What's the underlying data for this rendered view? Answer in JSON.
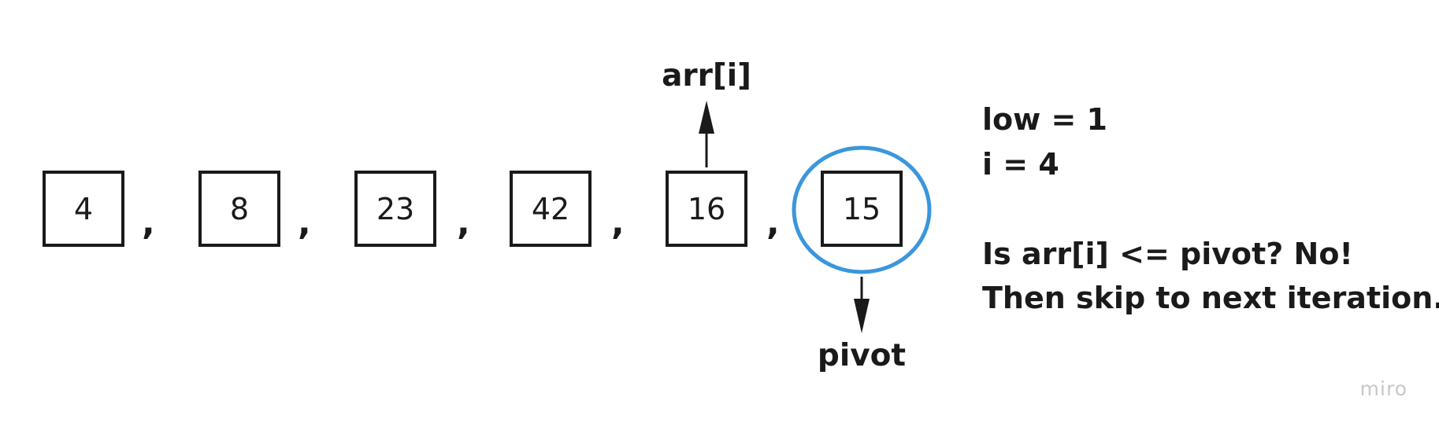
{
  "array": {
    "values": [
      "4",
      "8",
      "23",
      "42",
      "16",
      "15"
    ],
    "separator": ","
  },
  "pointers": {
    "arr_i_label": "arr[i]",
    "pivot_label": "pivot"
  },
  "state": {
    "low_line": "low = 1",
    "i_line": "i = 4",
    "question_line": "Is arr[i] <= pivot? No!",
    "action_line": "Then skip to next iteration."
  },
  "colors": {
    "highlight_circle": "#3a96dd",
    "ink": "#1a1a1a",
    "watermark": "#c8c8c8"
  },
  "watermark": "miro"
}
